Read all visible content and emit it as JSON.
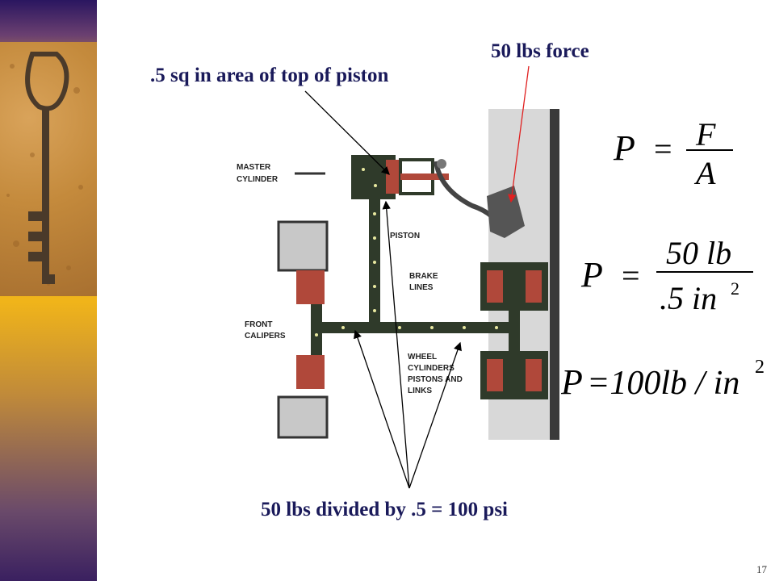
{
  "callouts": {
    "area": ".5 sq in area of top of piston",
    "force": "50 lbs force",
    "result": "50 lbs divided by .5 = 100 psi"
  },
  "diagram": {
    "labels": {
      "master_cylinder_1": "MASTER",
      "master_cylinder_2": "CYLINDER",
      "piston": "PISTON",
      "brake_1": "BRAKE",
      "brake_2": "LINES",
      "front_1": "FRONT",
      "front_2": "CALIPERS",
      "wheel_1": "WHEEL",
      "wheel_2": "CYLINDERS",
      "wheel_3": "PISTONS AND",
      "wheel_4": "LINKS"
    }
  },
  "equations": {
    "eq1": {
      "lhs": "P",
      "op": "=",
      "num": "F",
      "den": "A"
    },
    "eq2": {
      "lhs": "P",
      "op": "=",
      "num": "50 lb",
      "den": ".5 in",
      "den_exp": "2"
    },
    "eq3": {
      "lhs": "P",
      "rhs": "=100lb / in",
      "exp": "2"
    }
  },
  "slide_number": "17",
  "colors": {
    "callout_text": "#1a1a5a",
    "force_arrow": "#e02020",
    "sidebar_gold": "#f0b41a",
    "sidebar_purple": "#3a2060"
  }
}
